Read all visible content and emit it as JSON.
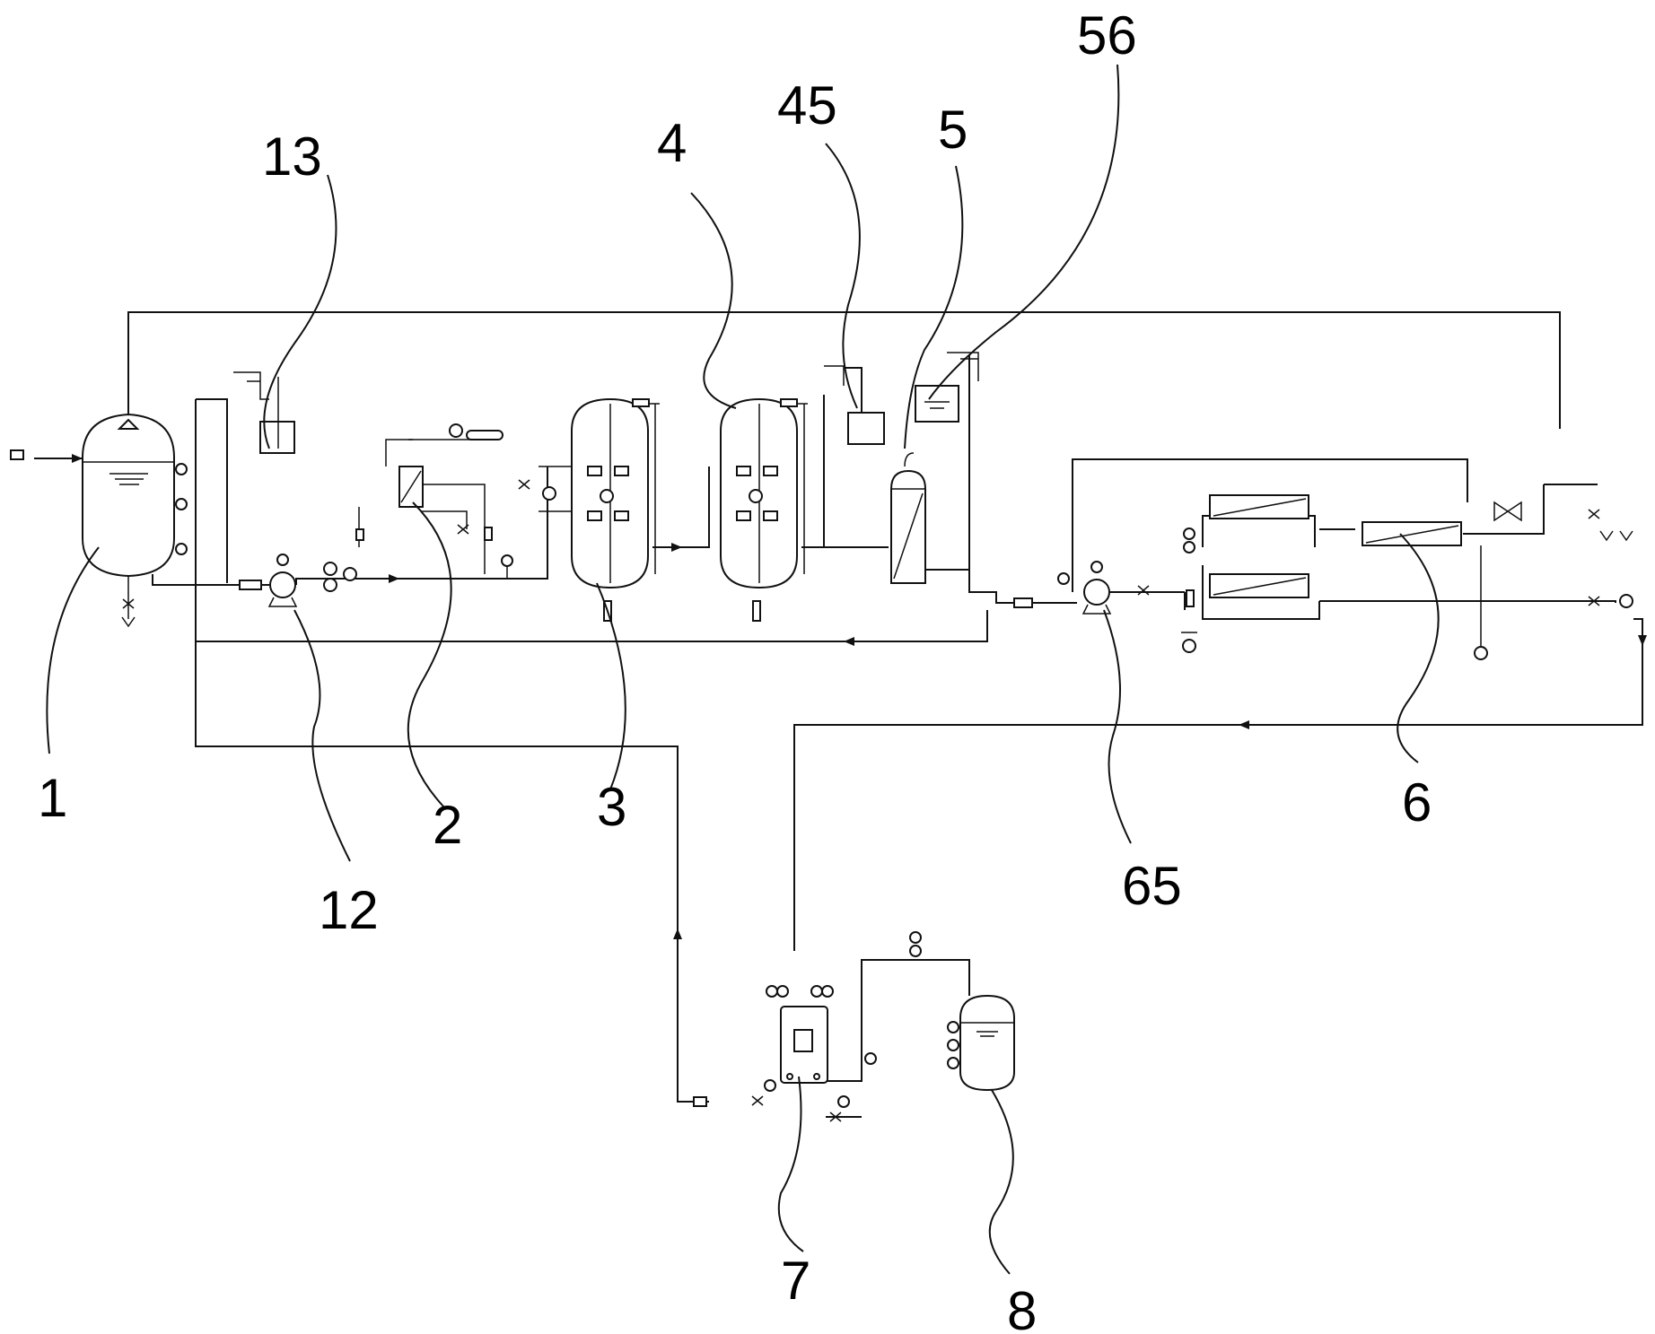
{
  "labels": {
    "l1": "1",
    "l2": "2",
    "l3": "3",
    "l4": "4",
    "l5": "5",
    "l6": "6",
    "l7": "7",
    "l8": "8",
    "l12": "12",
    "l13": "13",
    "l45": "45",
    "l56": "56",
    "l65": "65"
  },
  "colors": {
    "line": "#111111",
    "background": "#ffffff"
  }
}
